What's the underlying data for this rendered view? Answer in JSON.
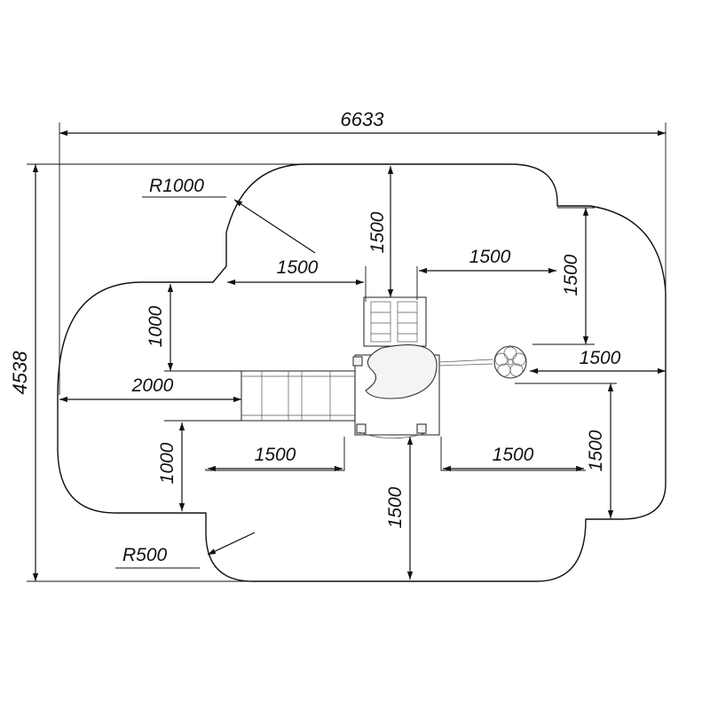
{
  "dimensions": {
    "overall_width": "6633",
    "overall_height": "4538",
    "top_platform_height": "1500",
    "top_left_width": "1500",
    "top_right_width": "1500",
    "right_upper_height": "1500",
    "right_middle_width": "1500",
    "right_lower_height": "1500",
    "bottom_left_width": "1500",
    "bottom_right_width": "1500",
    "bottom_center_height": "1500",
    "left_upper_height": "1000",
    "left_lower_height": "1000",
    "slide_length": "2000"
  },
  "radii": {
    "large": "R1000",
    "small": "R500"
  }
}
